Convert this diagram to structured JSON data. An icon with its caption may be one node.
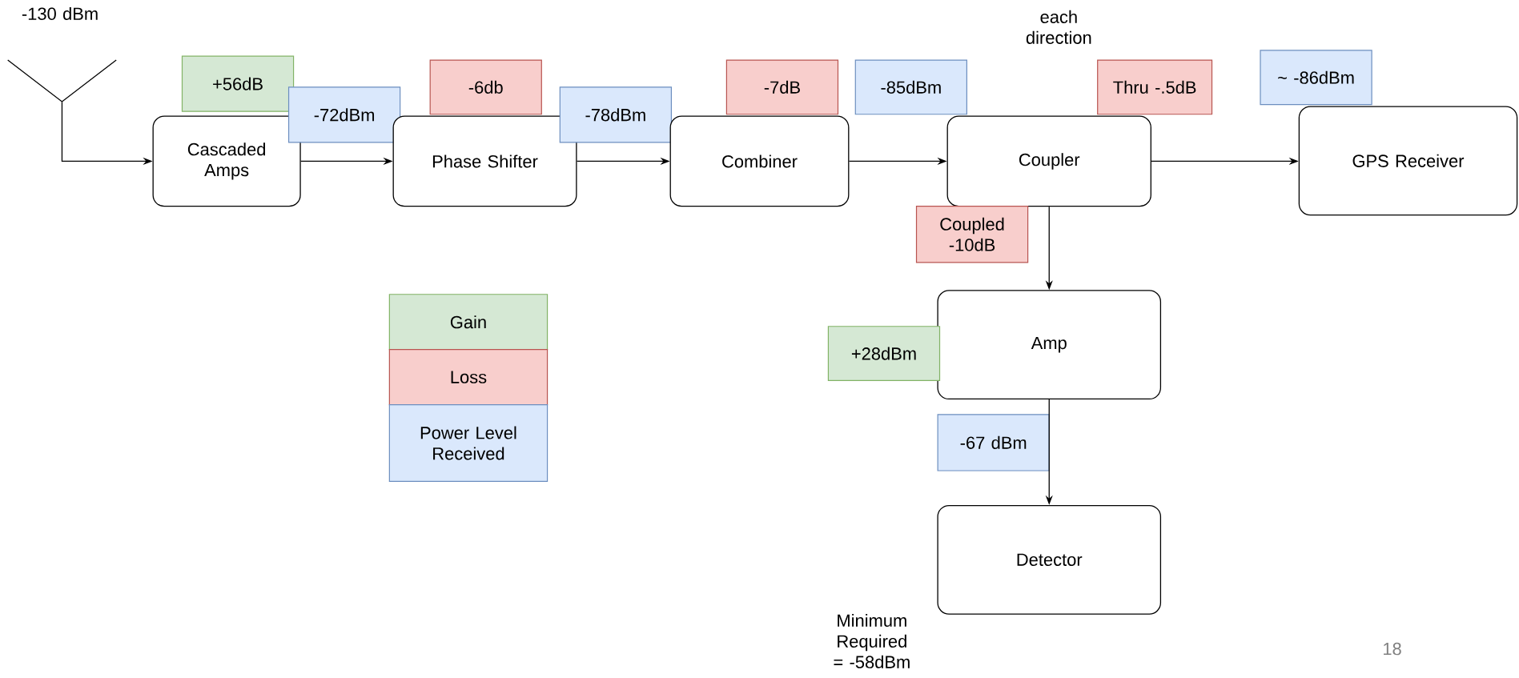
{
  "diagram": {
    "nodes": [
      {
        "text": [],
        "shape": "antenna"
      },
      {
        "text": [
          "Cascaded Amps"
        ]
      },
      {
        "text": [
          "+56dB"
        ]
      },
      {
        "text": [
          "-72dBm"
        ]
      },
      {
        "text": [
          "Phase Shifter"
        ]
      },
      {
        "text": [
          "-6db"
        ]
      },
      {
        "text": [
          "-78dBm"
        ]
      },
      {
        "text": [
          "Combiner"
        ]
      },
      {
        "text": [
          "-7dB"
        ]
      },
      {
        "text": [
          "-85dBm"
        ]
      },
      {
        "text": [
          "Coupler"
        ]
      },
      {
        "text": [
          "Thru -.5dB"
        ]
      },
      {
        "text": [
          "~ -86dBm"
        ]
      },
      {
        "text": [
          "GPS Receiver"
        ]
      },
      {
        "text": [
          "Coupled -10dB"
        ]
      },
      {
        "text": [
          "Amp"
        ]
      },
      {
        "text": [
          "+28dBm"
        ]
      },
      {
        "text": [
          "-67 dBm"
        ]
      },
      {
        "text": [
          "Detector"
        ]
      }
    ],
    "edges": [
      {
        "from": 0,
        "to": 1,
        "arrow": "to"
      },
      {
        "from": 1,
        "to": 4,
        "arrow": "to"
      },
      {
        "from": 4,
        "to": 7,
        "arrow": "to"
      },
      {
        "from": 7,
        "to": 10,
        "arrow": "to"
      },
      {
        "from": 10,
        "to": 13,
        "arrow": "to"
      },
      {
        "from": 10,
        "to": 15,
        "arrow": "to"
      },
      {
        "from": 15,
        "to": 18,
        "arrow": "to"
      }
    ],
    "labels": [
      "-130 dBm",
      "each direction",
      "Minimum Required = -58dBm",
      "18"
    ],
    "legend": [
      {
        "text": "Gain",
        "color": "#d5e8d4"
      },
      {
        "text": "Loss",
        "color": "#f8cecc"
      },
      {
        "text": "Power Level Received",
        "color": "#dae8fc"
      }
    ]
  }
}
